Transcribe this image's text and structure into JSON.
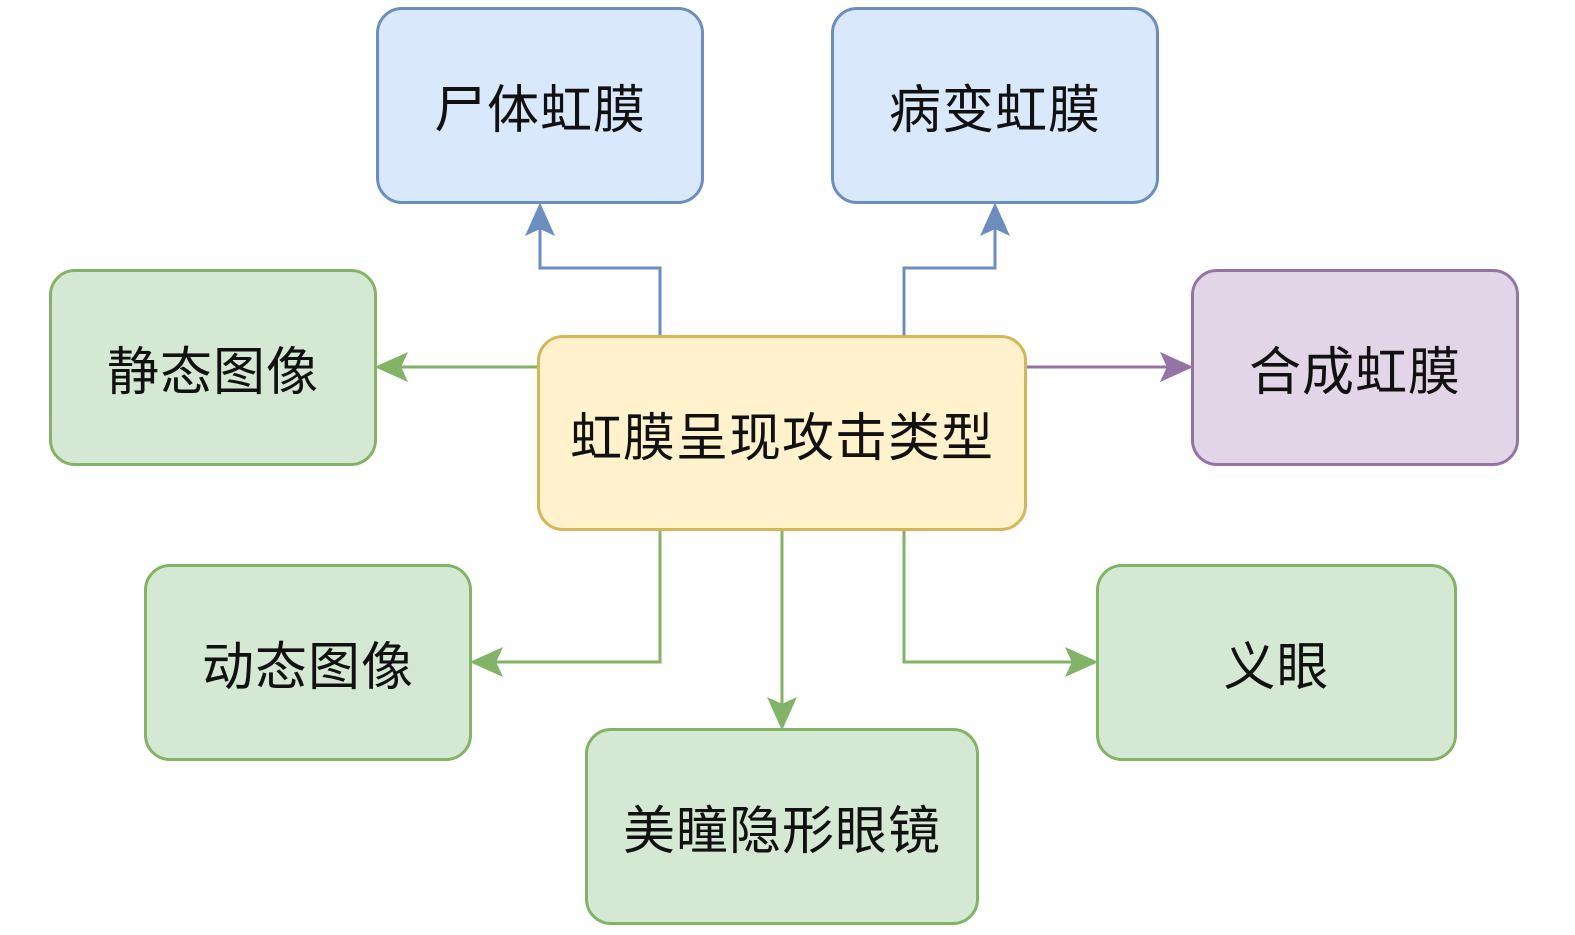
{
  "diagram": {
    "center": {
      "label": "虹膜呈现攻击类型",
      "color": "#fff2cc"
    },
    "nodes": {
      "top1": {
        "label": "尸体虹膜",
        "color": "#dae8fc"
      },
      "top2": {
        "label": "病变虹膜",
        "color": "#dae8fc"
      },
      "left1": {
        "label": "静态图像",
        "color": "#d5e8d4"
      },
      "right1": {
        "label": "合成虹膜",
        "color": "#e1d5e7"
      },
      "left2": {
        "label": "动态图像",
        "color": "#d5e8d4"
      },
      "right2": {
        "label": "义眼",
        "color": "#d5e8d4"
      },
      "bottom": {
        "label": "美瞳隐形眼镜",
        "color": "#d5e8d4"
      }
    },
    "edges": [
      {
        "from": "center",
        "to": "top1"
      },
      {
        "from": "center",
        "to": "top2"
      },
      {
        "from": "center",
        "to": "left1"
      },
      {
        "from": "center",
        "to": "right1"
      },
      {
        "from": "center",
        "to": "left2"
      },
      {
        "from": "center",
        "to": "bottom"
      },
      {
        "from": "center",
        "to": "right2"
      }
    ]
  }
}
